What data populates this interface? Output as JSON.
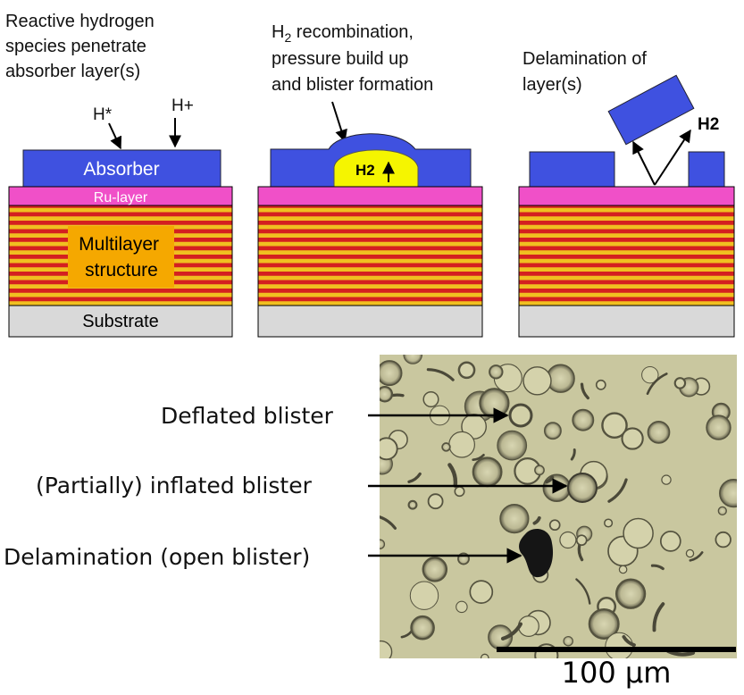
{
  "panel1": {
    "caption": [
      "Reactive hydrogen",
      "species penetrate",
      "absorber layer(s)"
    ],
    "label_h_star": "H*",
    "label_h_plus": "H+",
    "absorber": "Absorber",
    "ru_layer": "Ru-layer",
    "multilayer": [
      "Multilayer",
      "structure"
    ],
    "substrate": "Substrate"
  },
  "panel2": {
    "caption_line1_prefix": "H",
    "caption_line1_sub": "2",
    "caption_line1_suffix": " recombination,",
    "caption_line2": "pressure build up",
    "caption_line3": "and blister formation",
    "bubble_label": "H2"
  },
  "panel3": {
    "caption": [
      "Delamination of",
      "layer(s)"
    ],
    "gas_label": "H2"
  },
  "micrograph": {
    "labels": {
      "deflated": "Deflated blister",
      "inflated": "(Partially) inflated blister",
      "delamination": "Delamination (open blister)"
    },
    "scale_bar": "100 µm"
  },
  "colors": {
    "absorber": "#3f51e0",
    "ru_layer": "#f050c8",
    "stripe_red": "#d42020",
    "stripe_yellow": "#f0c020",
    "multilayer_box": "#f5a800",
    "substrate": "#d9d9d9",
    "bubble": "#f5f500",
    "micro_bg": "#c9c79f"
  }
}
